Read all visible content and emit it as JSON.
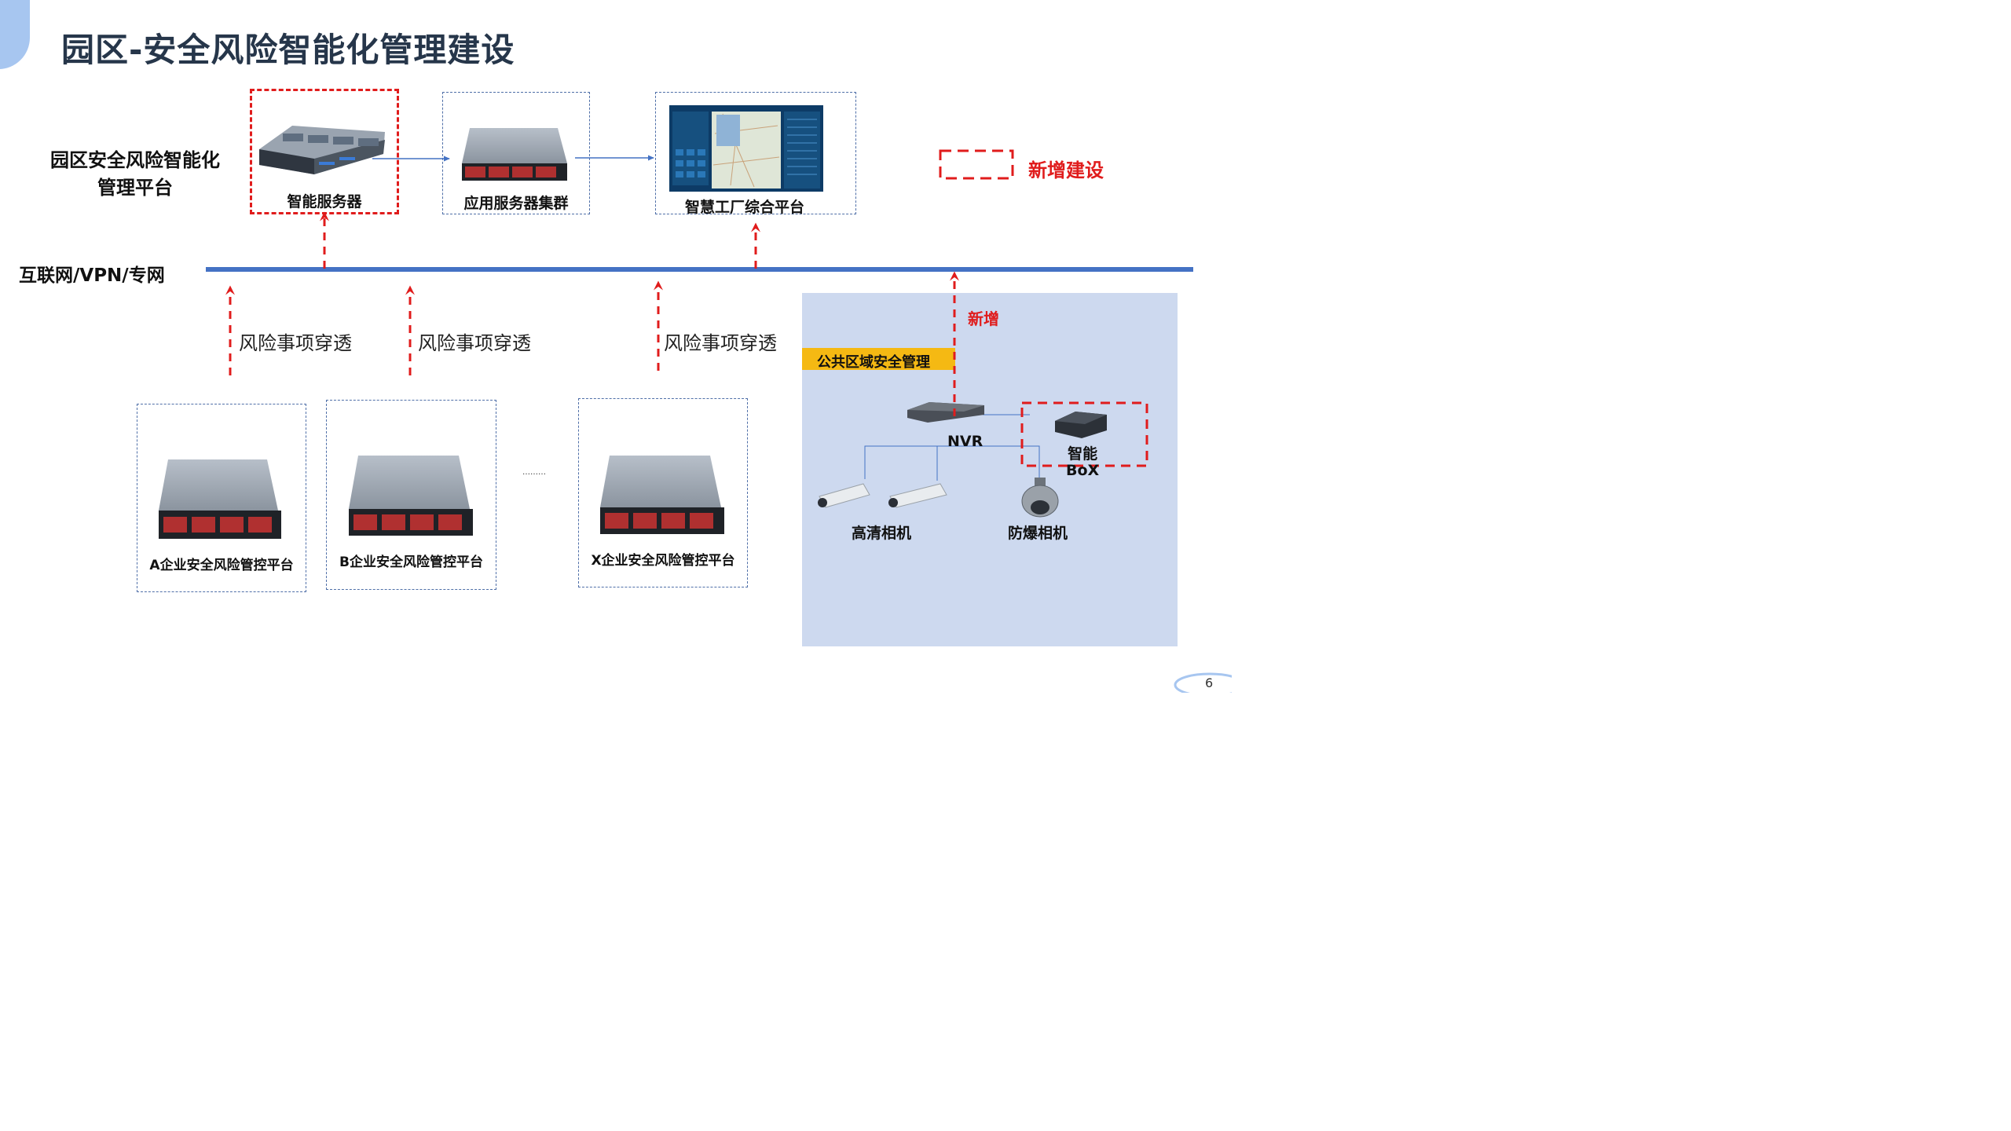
{
  "title": "园区-安全风险智能化管理建设",
  "platform_label": [
    "园区安全风险智能化",
    "管理平台"
  ],
  "top_boxes": [
    {
      "label": "智能服务器"
    },
    {
      "label": "应用服务器集群"
    },
    {
      "label": "智慧工厂综合平台"
    }
  ],
  "legend": {
    "label": "新增建设"
  },
  "network_label": "互联网/VPN/专网",
  "risk_labels": [
    "风险事项穿透",
    "风险事项穿透",
    "风险事项穿透"
  ],
  "new_label": "新增",
  "public_area_label": "公共区域安全管理",
  "devices": {
    "nvr": "NVR",
    "box": [
      "智能",
      "BoX"
    ],
    "hd_camera": "高清相机",
    "explosion_camera": "防爆相机"
  },
  "enterprises": [
    {
      "label": "A企业安全风险管控平台"
    },
    {
      "label": "B企业安全风险管控平台"
    },
    {
      "label": "X企业安全风险管控平台"
    }
  ],
  "ellipsis": "………",
  "page_number": "6",
  "colors": {
    "network_line": "#4472c4",
    "red": "#e01c1c",
    "panel": "#cdd9ef",
    "band": "#f5b913"
  }
}
